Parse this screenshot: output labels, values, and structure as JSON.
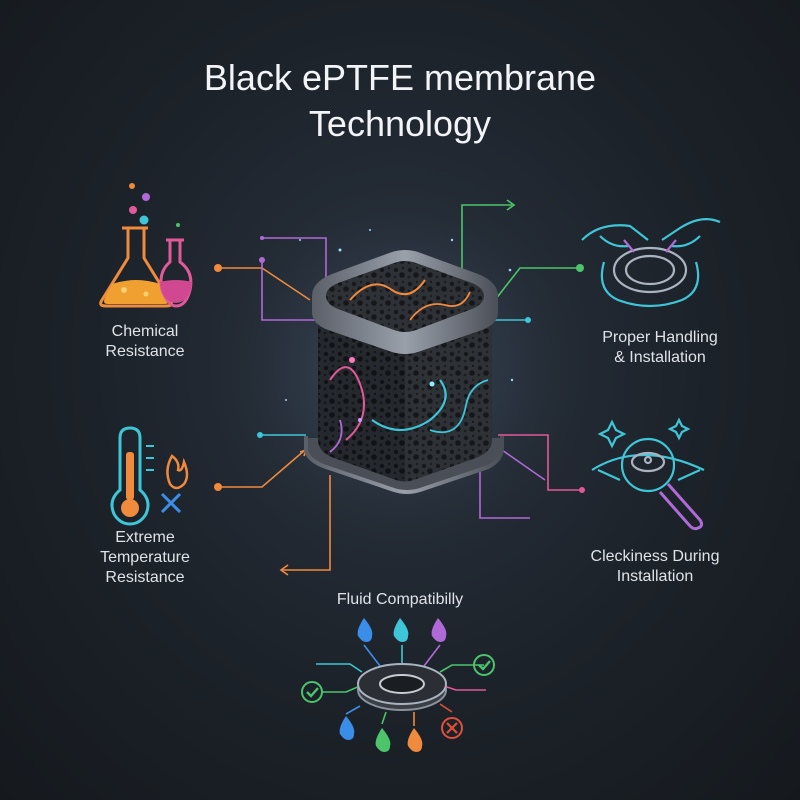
{
  "title": {
    "line1": "Black ePTFE membrane",
    "line2": "Technology"
  },
  "features": {
    "chemical": {
      "line1": "Chemical",
      "line2": "Resistance",
      "icon": "chemical-flasks-icon"
    },
    "handling": {
      "line1": "Proper Handling",
      "line2": "& Installation",
      "icon": "hands-holding-ring-icon"
    },
    "temperature": {
      "line1": "Extreme",
      "line2": "Temperature",
      "line3": "Resistance",
      "icon": "thermometer-flame-icon"
    },
    "cleckiness": {
      "line1": "Cleckiness During",
      "line2": "Installation",
      "icon": "magnifier-inspect-icon"
    },
    "fluid": {
      "line1": "Fluid Compatibilly",
      "icon": "fluid-drops-ring-icon"
    }
  },
  "colors": {
    "orange": "#f08a3c",
    "purple": "#b06ad8",
    "green": "#4cc46a",
    "cyan": "#3ec6d8",
    "blue": "#3b8ee8",
    "pink": "#e05a9a",
    "red": "#e0503a"
  }
}
